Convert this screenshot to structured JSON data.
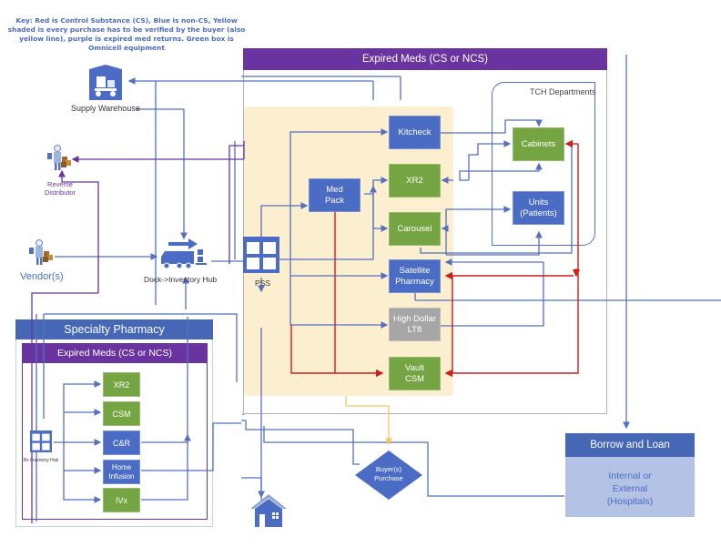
{
  "key_text": "Key: Red is Control Substance (CS), Blue is non-CS, Yellow shaded is every purchase has to be verified by the buyer (also yellow line), purple is expired med returns. Green box is Omnicell equipment",
  "colors": {
    "cs_line": "#cc1f1f",
    "non_cs_line": "#5470c0",
    "purchase_line": "#f2c75c",
    "expired_return_line": "#6a34a0",
    "omnicell_box": "#75a542",
    "process_box": "#4a6cc4",
    "yellow_zone": "#fbefcf"
  },
  "main_area": {
    "title": "Expired Meds (CS or NCS)",
    "tch_departments": {
      "label": "TCH Departments",
      "cabinets": "Cabinets",
      "units": "Units (Patients)"
    },
    "nodes": {
      "kitcheck": "Kitcheck",
      "xr2": "XR2",
      "carousel": "Carousel",
      "med_pack": "Med Pack",
      "satellite_pharmacy": "Satellite Pharmacy",
      "high_dollar": "High Dollar LT8",
      "vault_csm": "Vault CSM"
    }
  },
  "left_nodes": {
    "supply_warehouse": "Supply Warehouse",
    "reverse_distributor": "Reverse Distributor",
    "vendors": "Vendor(s)",
    "dock_hub": "Dock->Inventory Hub",
    "pss": "PSS"
  },
  "specialty_pharmacy": {
    "title": "Specialty Pharmacy",
    "subtitle": "Expired Meds (CS or NCS)",
    "rx_hub": "Rx Inventory Hub",
    "nodes": {
      "xr2": "XR2",
      "csm": "CSM",
      "cr": "C&R",
      "home_infusion": "Home Infusion",
      "ivx": "IVx"
    }
  },
  "buyer_purchase": "Buyer(s) Purchase",
  "borrow_loan": {
    "title": "Borrow and Loan",
    "body": "Internal or External (Hospitals)"
  },
  "icons": {
    "warehouse": "forklift-warehouse-icon",
    "person_boxes": "person-with-boxes-icon",
    "truck": "delivery-truck-icon",
    "storage_grid": "shopping-bags-grid-icon",
    "home": "house-icon"
  }
}
